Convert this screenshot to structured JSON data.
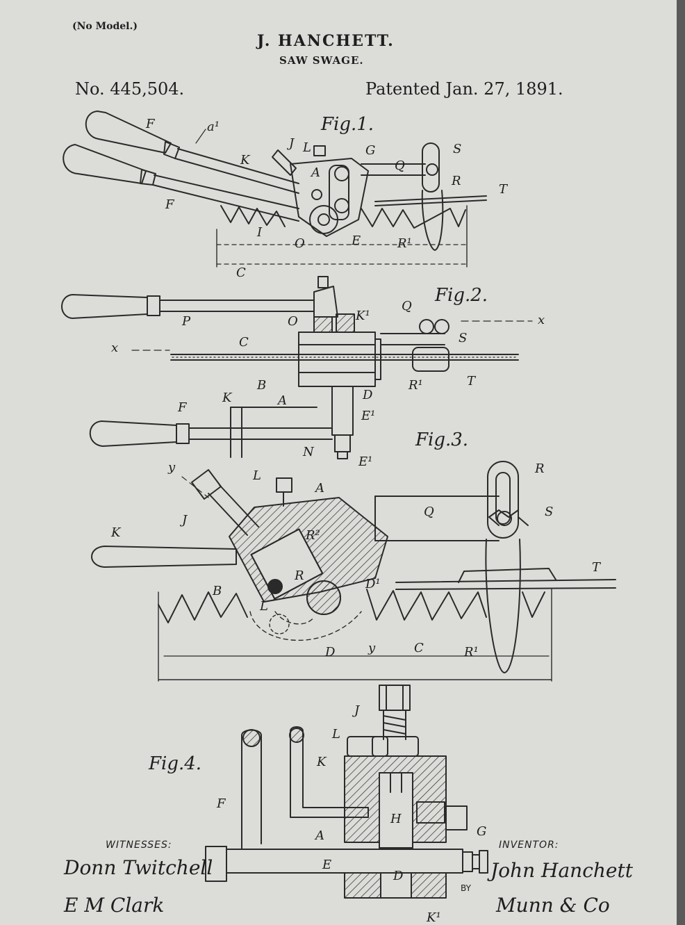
{
  "header": {
    "model_note": "(No Model.)",
    "inventor_name": "J. HANCHETT.",
    "invention": "SAW SWAGE.",
    "patent_number": "No. 445,504.",
    "patent_date": "Patented Jan. 27, 1891."
  },
  "figures": {
    "fig1": "Fig.1.",
    "fig2": "Fig.2.",
    "fig3": "Fig.3.",
    "fig4": "Fig.4."
  },
  "labels": {
    "fig1": [
      "F",
      "a¹",
      "J",
      "L",
      "G",
      "Q",
      "S",
      "K",
      "A",
      "R",
      "T",
      "F",
      "I",
      "O",
      "E",
      "R¹",
      "C"
    ],
    "fig2": [
      "P",
      "O",
      "K¹",
      "Q",
      "x",
      "x",
      "C",
      "S",
      "B",
      "A",
      "R¹",
      "T",
      "K",
      "F",
      "D",
      "E¹",
      "N"
    ],
    "fig3": [
      "y",
      "L",
      "A",
      "E¹",
      "R",
      "J",
      "Q",
      "S",
      "K",
      "R²",
      "B",
      "R",
      "D¹",
      "T",
      "L",
      "D",
      "y",
      "C",
      "R¹"
    ],
    "fig4": [
      "J",
      "L",
      "K",
      "F",
      "H",
      "G",
      "A",
      "E",
      "D",
      "K¹"
    ]
  },
  "footer": {
    "witnesses_label": "WITNESSES:",
    "witness_1": "Donn Twitchell",
    "witness_2": "E M Clark",
    "inventor_label": "INVENTOR:",
    "inventor_signature": "John Hanchett",
    "by_label": "BY",
    "attorney_signature": "Munn & Co"
  }
}
